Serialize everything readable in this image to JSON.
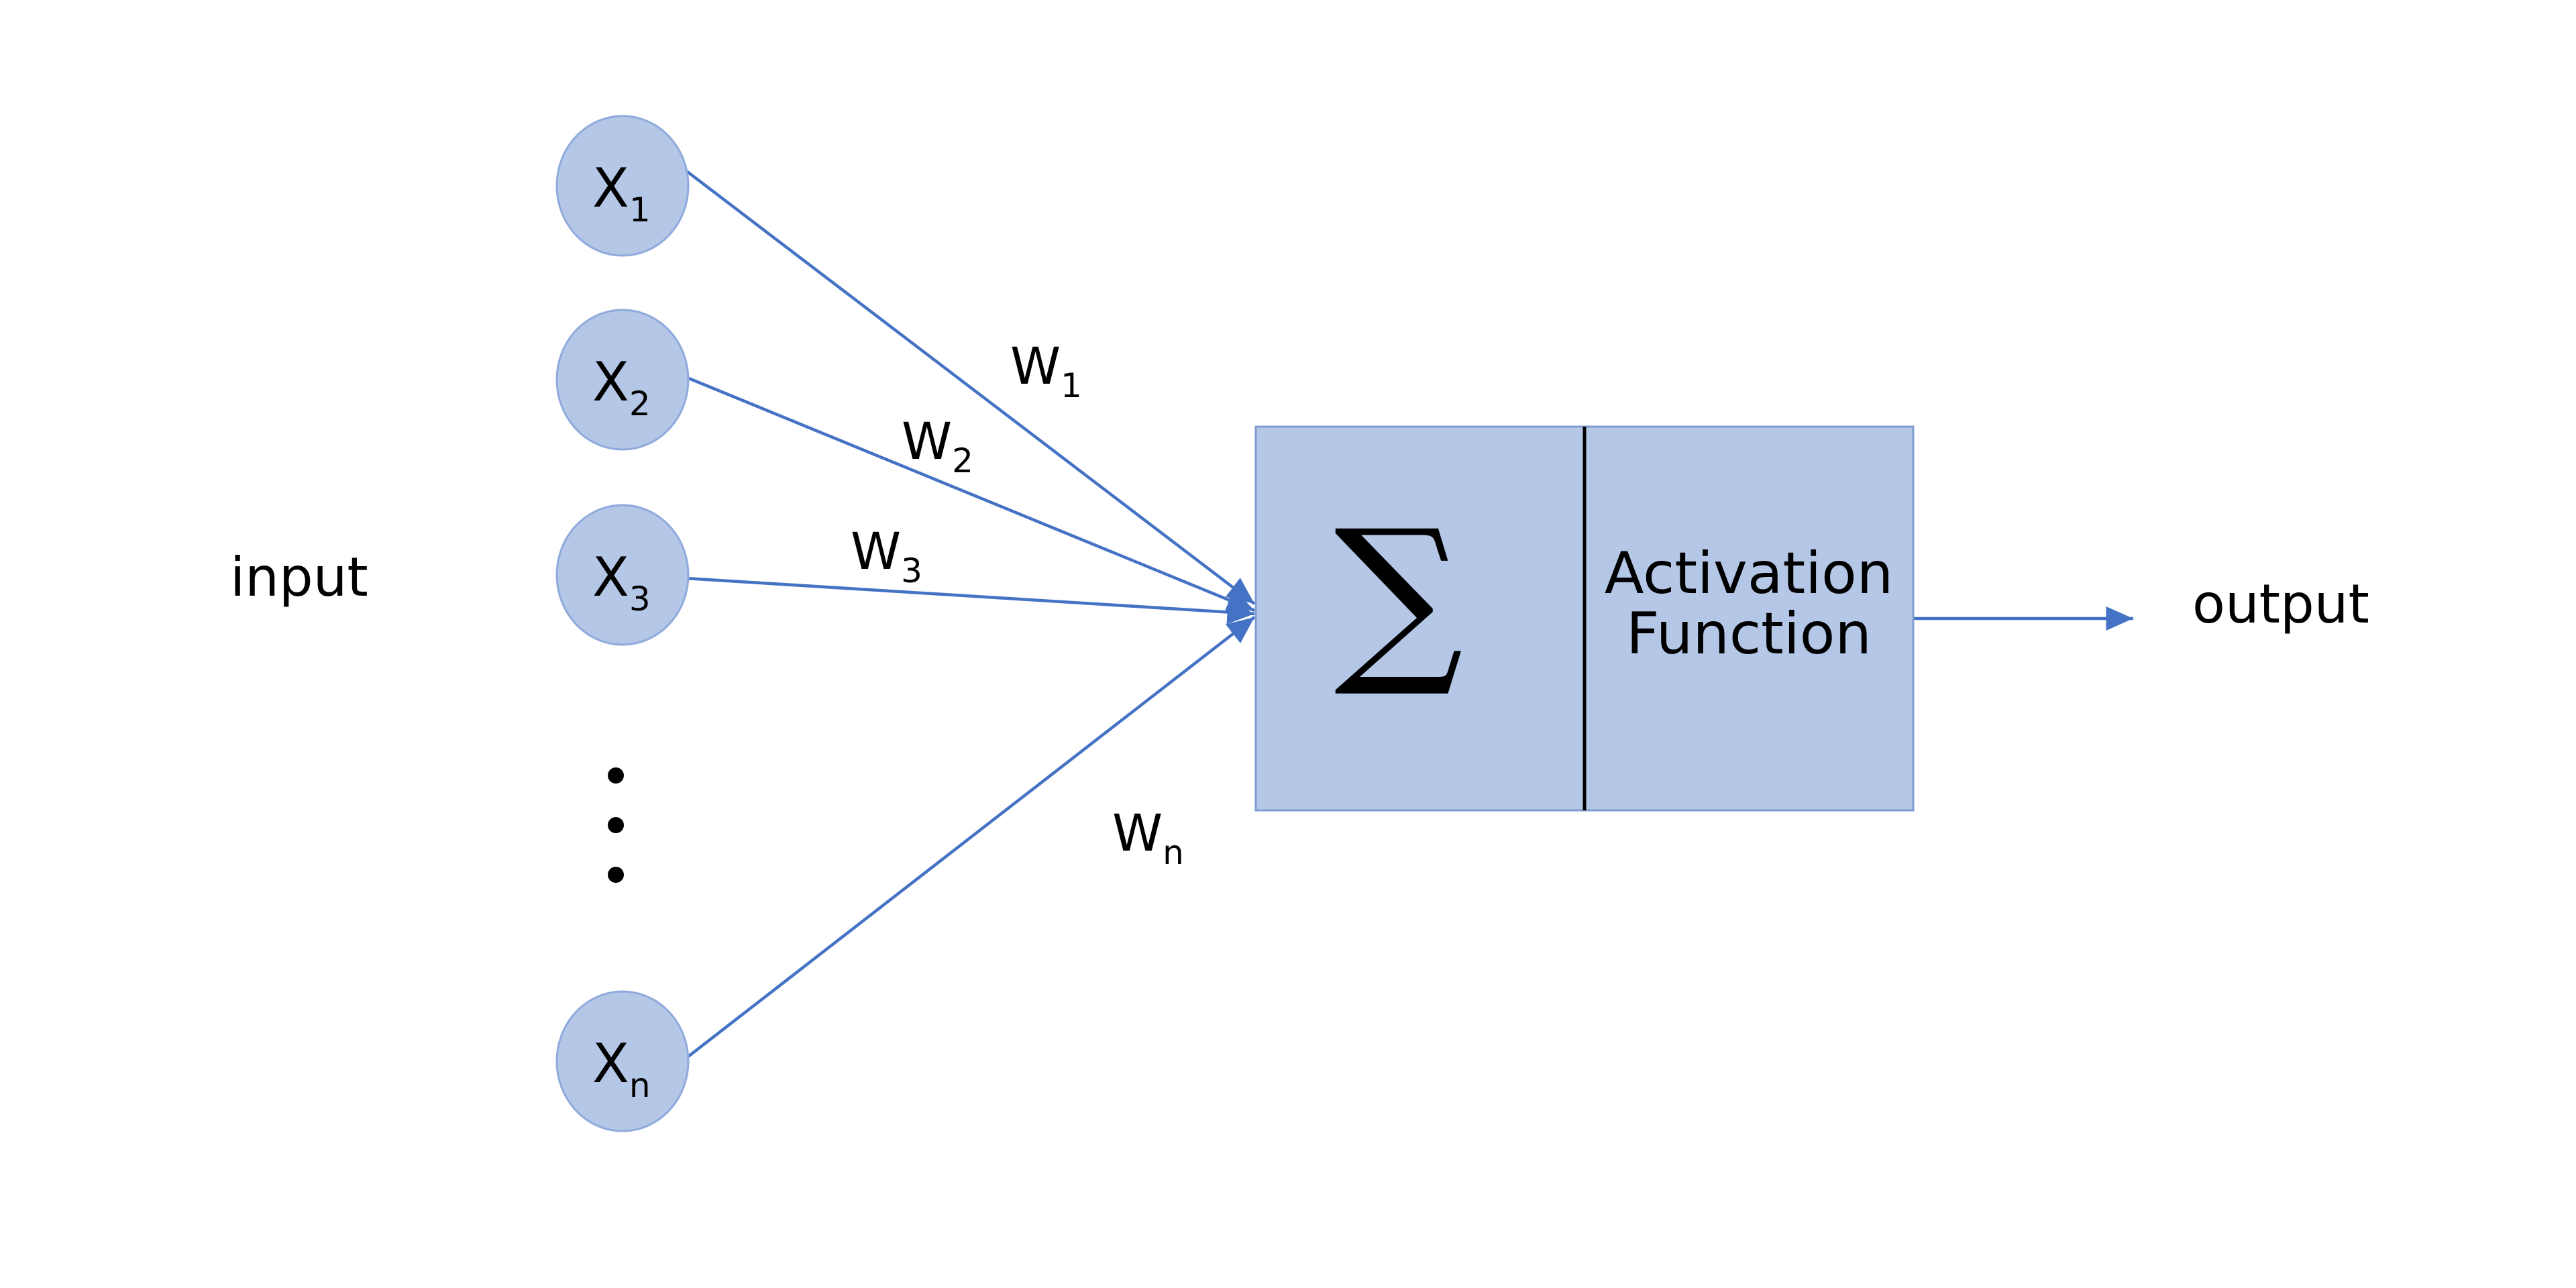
{
  "labels": {
    "input": "input",
    "output": "output"
  },
  "nodes": [
    {
      "base": "X",
      "sub": "1"
    },
    {
      "base": "X",
      "sub": "2"
    },
    {
      "base": "X",
      "sub": "3"
    },
    {
      "base": "X",
      "sub": "n"
    }
  ],
  "ellipsis": "⋮",
  "weights": [
    {
      "base": "W",
      "sub": "1"
    },
    {
      "base": "W",
      "sub": "2"
    },
    {
      "base": "W",
      "sub": "3"
    },
    {
      "base": "W",
      "sub": "n"
    }
  ],
  "neuron": {
    "sum_symbol": "∑",
    "activation_line1": "Activation",
    "activation_line2": "Function"
  },
  "colors": {
    "node_fill": "#b4c7e7",
    "node_stroke": "#8faadc",
    "edge": "#4472c4",
    "box_fill": "#b4c7e7",
    "box_stroke": "#7f9ccf",
    "divider": "#000000"
  }
}
